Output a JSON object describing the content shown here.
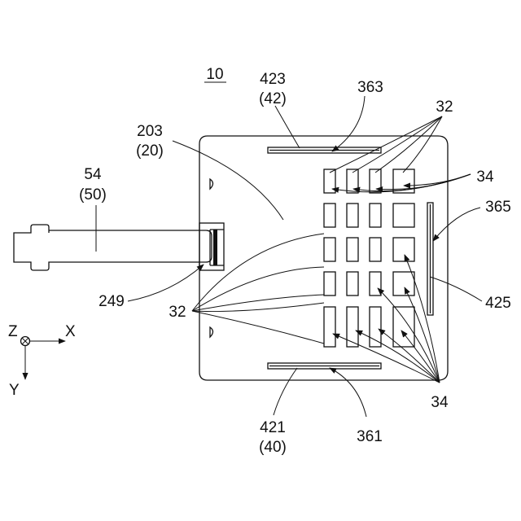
{
  "figure_label": "10",
  "labels": {
    "ref_423": "423",
    "ref_42": "(42)",
    "ref_363": "363",
    "ref_32_top": "32",
    "ref_203": "203",
    "ref_20": "(20)",
    "ref_54": "54",
    "ref_50": "(50)",
    "ref_34_right": "34",
    "ref_365": "365",
    "ref_425": "425",
    "ref_249": "249",
    "ref_32_left": "32",
    "ref_34_bottom": "34",
    "ref_421": "421",
    "ref_40": "(40)",
    "ref_361": "361"
  },
  "axes": {
    "z": "Z",
    "x": "X",
    "y": "Y"
  }
}
